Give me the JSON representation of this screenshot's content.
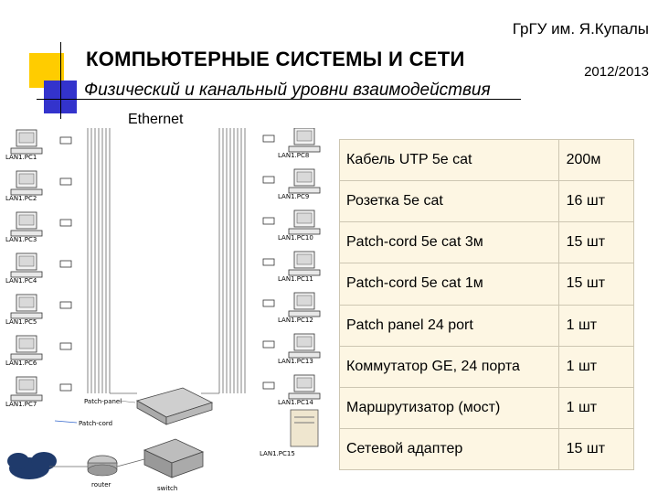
{
  "header": {
    "university": "ГрГУ им. Я.Купалы",
    "course_title": "КОМПЬЮТЕРНЫЕ СИСТЕМЫ И СЕТИ",
    "year": "2012/2013",
    "subtitle": "Физический и канальный уровни взаимодействия",
    "section_label": "Ethernet"
  },
  "colors": {
    "yellow_square": "#ffcc00",
    "blue_square": "#3333cc",
    "table_bg": "#fdf6e3",
    "table_border": "#cdc6b2"
  },
  "diagram": {
    "left_pcs": [
      "LAN1.PC1",
      "LAN1.PC2",
      "LAN1.PC3",
      "LAN1.PC4",
      "LAN1.PC5",
      "LAN1.PC6",
      "LAN1.PC7"
    ],
    "right_pcs": [
      "LAN1.PC8",
      "LAN1.PC9",
      "LAN1.PC10",
      "LAN1.PC11",
      "LAN1.PC12",
      "LAN1.PC13",
      "LAN1.PC14",
      "LAN1.PC15"
    ],
    "patch_panel_label": "Patch-panel",
    "patch_cord_label": "Patch-cord",
    "router_label": "router",
    "switch_label": "switch"
  },
  "table": {
    "rows": [
      {
        "item": "Кабель UTP 5e cat",
        "qty": "200м"
      },
      {
        "item": "Розетка 5e cat",
        "qty": "16 шт"
      },
      {
        "item": "Patch-cord 5e cat 3м",
        "qty": "15 шт"
      },
      {
        "item": "Patch-cord 5e cat 1м",
        "qty": "15 шт"
      },
      {
        "item": "Patch panel 24 port",
        "qty": "1 шт"
      },
      {
        "item": "Коммутатор GE, 24 порта",
        "qty": "1 шт"
      },
      {
        "item": "Маршрутизатор (мост)",
        "qty": "1 шт"
      },
      {
        "item": "Сетевой адаптер",
        "qty": "15 шт"
      }
    ]
  }
}
